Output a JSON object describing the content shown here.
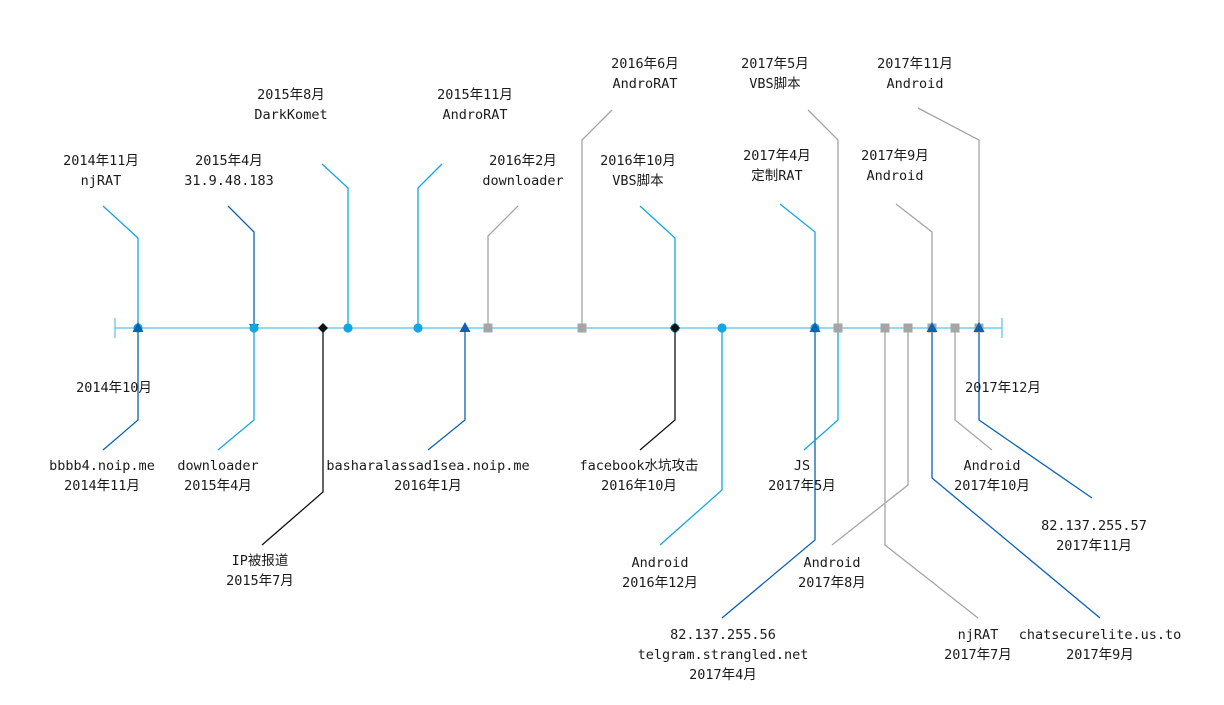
{
  "colors": {
    "axis": "#5bc2e7",
    "light_blue": "#13a6e0",
    "dark_blue": "#0b62b3",
    "gray": "#a5a5a5",
    "black": "#111111"
  },
  "events": [
    {
      "id": "e1",
      "lines": [
        "2014年11月",
        "njRAT"
      ],
      "side": "top",
      "color": "light_blue",
      "marker": "circle"
    },
    {
      "id": "e2",
      "lines": [
        "2015年4月",
        "31.9.48.183"
      ],
      "side": "top",
      "color": "dark_blue",
      "marker": "triangle-down"
    },
    {
      "id": "e3",
      "lines": [
        "2015年8月",
        "DarkKomet"
      ],
      "side": "top",
      "color": "light_blue",
      "marker": "circle"
    },
    {
      "id": "e4",
      "lines": [
        "2015年11月",
        "AndroRAT"
      ],
      "side": "top",
      "color": "light_blue",
      "marker": "circle"
    },
    {
      "id": "e5",
      "lines": [
        "2016年2月",
        "downloader"
      ],
      "side": "top",
      "color": "gray",
      "marker": "square"
    },
    {
      "id": "e6",
      "lines": [
        "2016年6月",
        "AndroRAT"
      ],
      "side": "top",
      "color": "gray",
      "marker": "square"
    },
    {
      "id": "e7",
      "lines": [
        "2016年10月",
        "VBS脚本"
      ],
      "side": "top",
      "color": "light_blue",
      "marker": "circle"
    },
    {
      "id": "e8",
      "lines": [
        "2017年4月",
        "定制RAT"
      ],
      "side": "top",
      "color": "light_blue",
      "marker": "circle"
    },
    {
      "id": "e9",
      "lines": [
        "2017年5月",
        "VBS脚本"
      ],
      "side": "top",
      "color": "gray",
      "marker": "square"
    },
    {
      "id": "e10",
      "lines": [
        "2017年9月",
        "Android"
      ],
      "side": "top",
      "color": "gray",
      "marker": "square"
    },
    {
      "id": "e11",
      "lines": [
        "2017年11月",
        "Android"
      ],
      "side": "top",
      "color": "gray",
      "marker": "square"
    },
    {
      "id": "b0",
      "lines": [
        "2014年10月"
      ],
      "side": "bottom",
      "color": "dark_blue",
      "marker": "triangle-up"
    },
    {
      "id": "b1",
      "lines": [
        "bbbb4.noip.me",
        "2014年11月"
      ],
      "side": "bottom",
      "color": "dark_blue",
      "marker": "triangle-up"
    },
    {
      "id": "b2",
      "lines": [
        "downloader",
        "2015年4月"
      ],
      "side": "bottom",
      "color": "light_blue",
      "marker": "circle"
    },
    {
      "id": "b3",
      "lines": [
        "IP被报道",
        "2015年7月"
      ],
      "side": "bottom",
      "color": "black",
      "marker": "diamond"
    },
    {
      "id": "b4",
      "lines": [
        "basharalassad1sea.noip.me",
        "2016年1月"
      ],
      "side": "bottom",
      "color": "dark_blue",
      "marker": "triangle-up"
    },
    {
      "id": "b5",
      "lines": [
        "facebook水坑攻击",
        "2016年10月"
      ],
      "side": "bottom",
      "color": "black",
      "marker": "diamond"
    },
    {
      "id": "b6",
      "lines": [
        "Android",
        "2016年12月"
      ],
      "side": "bottom",
      "color": "light_blue",
      "marker": "circle"
    },
    {
      "id": "b7",
      "lines": [
        "82.137.255.56",
        "telgram.strangled.net",
        "2017年4月"
      ],
      "side": "bottom",
      "color": "dark_blue",
      "marker": "triangle-up"
    },
    {
      "id": "b8",
      "lines": [
        "JS",
        "2017年5月"
      ],
      "side": "bottom",
      "color": "light_blue",
      "marker": "square"
    },
    {
      "id": "b9",
      "lines": [
        "njRAT",
        "2017年7月"
      ],
      "side": "bottom",
      "color": "gray",
      "marker": "square"
    },
    {
      "id": "b10",
      "lines": [
        "Android",
        "2017年8月"
      ],
      "side": "bottom",
      "color": "gray",
      "marker": "square"
    },
    {
      "id": "b11",
      "lines": [
        "chatsecurelite.us.to",
        "2017年9月"
      ],
      "side": "bottom",
      "color": "dark_blue",
      "marker": "triangle-up"
    },
    {
      "id": "b12",
      "lines": [
        "Android",
        "2017年10月"
      ],
      "side": "bottom",
      "color": "gray",
      "marker": "square"
    },
    {
      "id": "b13",
      "lines": [
        "2017年12月"
      ],
      "side": "bottom",
      "color": "gray",
      "marker": "square"
    },
    {
      "id": "b14",
      "lines": [
        "82.137.255.57",
        "2017年11月"
      ],
      "side": "bottom",
      "color": "dark_blue",
      "marker": "triangle-up"
    }
  ]
}
